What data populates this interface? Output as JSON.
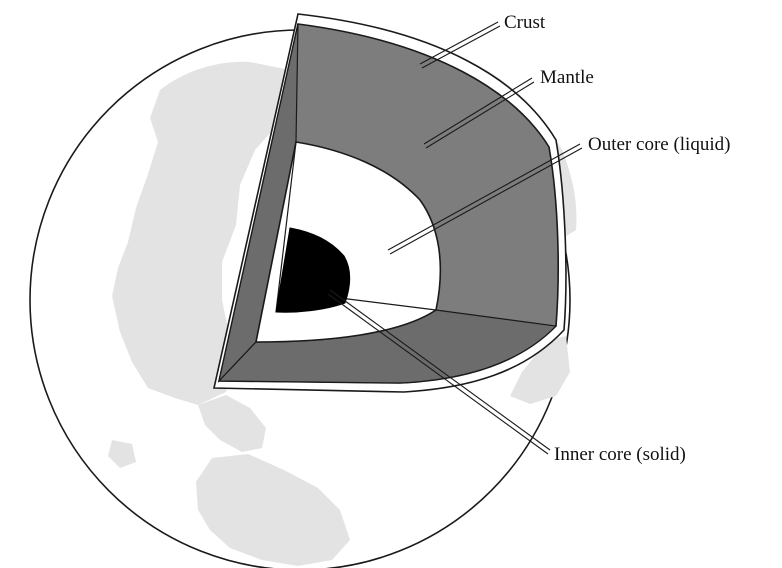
{
  "labels": {
    "crust": "Crust",
    "mantle": "Mantle",
    "outer_core": "Outer core (liquid)",
    "inner_core": "Inner core (solid)"
  },
  "colors": {
    "globe_fill": "#ffffff",
    "continents": "#e3e3e3",
    "mantle": "#7d7d7d",
    "outer_core": "#ffffff",
    "inner_core": "#000000",
    "outline": "#1a1a1a"
  }
}
